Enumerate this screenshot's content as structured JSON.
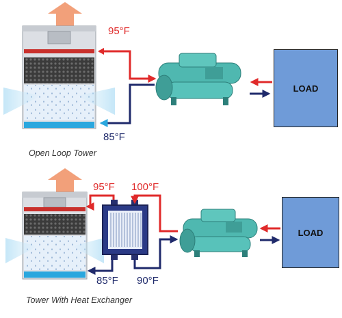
{
  "diagram1": {
    "hot_temp": "95°F",
    "cold_temp": "85°F",
    "load_label": "LOAD",
    "caption": "Open Loop Tower"
  },
  "diagram2": {
    "hot_temp_tower": "95°F",
    "hot_temp_chiller": "100°F",
    "cold_temp_tower": "85°F",
    "cold_temp_chiller": "90°F",
    "load_label": "LOAD",
    "caption": "Tower With Heat Exchanger"
  },
  "colors": {
    "hot_pipe": "#e02a2a",
    "cold_pipe": "#1f2a6b",
    "tower_body": "#dcdfe4",
    "fill_media": "#3a3a3a",
    "water_basin": "#2aa7de",
    "load_fill": "#6f9bd8",
    "chiller": "#4fb8b0",
    "exhaust": "#f2a07a",
    "hx_frame": "#27306e"
  }
}
